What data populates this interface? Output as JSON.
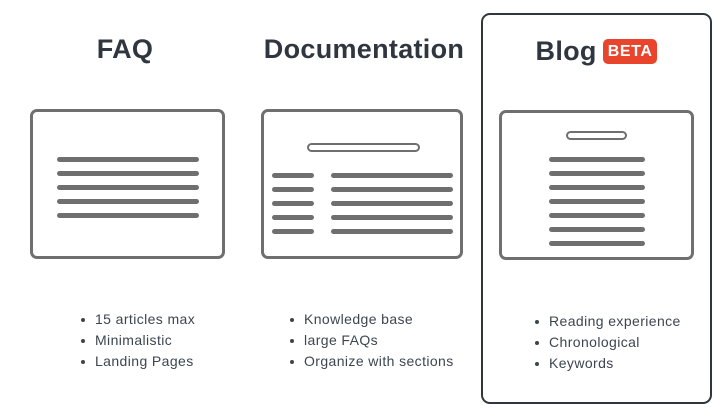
{
  "options": [
    {
      "id": "faq",
      "title": "FAQ",
      "selected": false,
      "features": [
        "15 articles max",
        "Minimalistic",
        "Landing Pages"
      ]
    },
    {
      "id": "documentation",
      "title": "Documentation",
      "selected": false,
      "features": [
        "Knowledge base",
        "large FAQs",
        "Organize with sections"
      ]
    },
    {
      "id": "blog",
      "title": "Blog",
      "badge": "BETA",
      "selected": true,
      "features": [
        "Reading experience",
        "Chronological",
        "Keywords"
      ]
    }
  ],
  "colors": {
    "title": "#2f3640",
    "illustration": "#6f6f6f",
    "badge": "#e8452c",
    "selected_border": "#2f3640"
  }
}
